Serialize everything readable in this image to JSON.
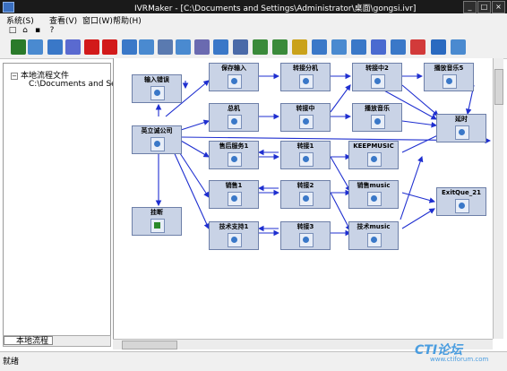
{
  "window": {
    "title": "IVRMaker - [C:\\Documents and Settings\\Administrator\\桌面\\gongsi.ivr]"
  },
  "menu": [
    {
      "label": "系统(S)"
    },
    {
      "label": "查看(V)"
    },
    {
      "label": "窗口(W)"
    },
    {
      "label": "帮助(H)"
    }
  ],
  "standard_toolbar": [
    {
      "icon": "new-icon",
      "glyph": "□"
    },
    {
      "icon": "open-icon",
      "glyph": "⌂"
    },
    {
      "icon": "save-icon",
      "glyph": "▪"
    },
    {
      "icon": "help-icon",
      "glyph": "?"
    }
  ],
  "toolbar_icons": [
    {
      "icon": "start-icon",
      "color": "#2a7a2a"
    },
    {
      "icon": "play-voice-icon",
      "color": "#4a8ad0"
    },
    {
      "icon": "get-key-icon",
      "color": "#3a78c8"
    },
    {
      "icon": "number-icon",
      "color": "#5a6ad0"
    },
    {
      "icon": "record-icon",
      "color": "#d21a1a"
    },
    {
      "icon": "stop-icon",
      "color": "#d21a1a"
    },
    {
      "icon": "transfer-icon",
      "color": "#3a78c8"
    },
    {
      "icon": "phone-icon",
      "color": "#4a8ad0"
    },
    {
      "icon": "fax-icon",
      "color": "#5a7ab0"
    },
    {
      "icon": "database-icon",
      "color": "#4a8ad0"
    },
    {
      "icon": "file-icon",
      "color": "#6a6ab0"
    },
    {
      "icon": "compare-icon",
      "color": "#3a78c8"
    },
    {
      "icon": "case-icon",
      "color": "#4a6aa8"
    },
    {
      "icon": "convert-icon",
      "color": "#3a8a3a"
    },
    {
      "icon": "db-icon",
      "color": "#3a8a3a"
    },
    {
      "icon": "sql-icon",
      "color": "#caa21a"
    },
    {
      "icon": "exec-icon",
      "color": "#3a78c8"
    },
    {
      "icon": "script-icon",
      "color": "#4a8ad0"
    },
    {
      "icon": "timer-icon",
      "color": "#3a78c8"
    },
    {
      "icon": "queue-icon",
      "color": "#4a6ad0"
    },
    {
      "icon": "agent-icon",
      "color": "#3a78c8"
    },
    {
      "icon": "abc-icon",
      "color": "#d23a3a"
    },
    {
      "icon": "web-icon",
      "color": "#2a6ac0"
    },
    {
      "icon": "mail-icon",
      "color": "#4a8ad0"
    }
  ],
  "left_panel": {
    "root": "本地流程文件",
    "child": "C:\\Documents and Settings",
    "tab": "本地流程"
  },
  "nodes": [
    {
      "label": "输入错误"
    },
    {
      "label": "保存输入"
    },
    {
      "label": "转接分机"
    },
    {
      "label": "转接中2"
    },
    {
      "label": "播放音乐5"
    },
    {
      "label": "总机"
    },
    {
      "label": "转接中"
    },
    {
      "label": "播放音乐"
    },
    {
      "label": "延时"
    },
    {
      "label": "英立诚公司"
    },
    {
      "label": "售后服务1"
    },
    {
      "label": "转接1"
    },
    {
      "label": "KEEPMUSIC"
    },
    {
      "label": "销售1"
    },
    {
      "label": "转接2"
    },
    {
      "label": "销售music"
    },
    {
      "label": "ExitQue_21"
    },
    {
      "label": "挂断"
    },
    {
      "label": "技术支持1"
    },
    {
      "label": "转接3"
    },
    {
      "label": "技术music"
    }
  ],
  "status": {
    "text": "就绪"
  },
  "watermark": {
    "text": "CTI论坛",
    "sub": "www.ctiforum.com"
  }
}
